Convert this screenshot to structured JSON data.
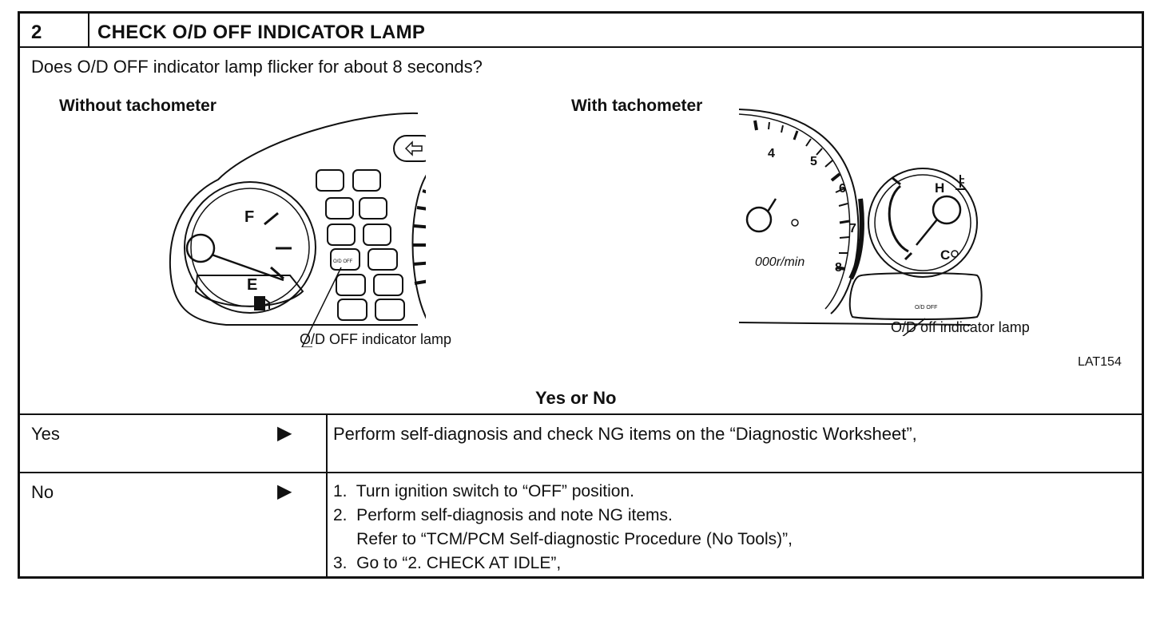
{
  "step": {
    "number": "2",
    "title": "CHECK O/D OFF INDICATOR LAMP",
    "question": "Does O/D OFF indicator lamp flicker for about 8 seconds?"
  },
  "figures": {
    "left": {
      "caption": "Without tachometer",
      "callout": "O/D OFF indicator lamp",
      "gauge_labels": {
        "full": "F",
        "empty": "E"
      },
      "lamp_text": "O/D OFF"
    },
    "right": {
      "caption": "With tachometer",
      "callout": "O/D off indicator lamp",
      "tach_numbers": [
        "4",
        "5",
        "6",
        "7",
        "8"
      ],
      "tach_unit": "000r/min",
      "temp_labels": {
        "hot": "H",
        "cold": "C"
      },
      "lamp_text": "O/D OFF"
    },
    "figure_id": "LAT154"
  },
  "result_prompt": "Yes or No",
  "results": [
    {
      "answer": "Yes",
      "arrow": "▶",
      "actions": [
        "Perform self-diagnosis and check NG items on the “Diagnostic Worksheet”,"
      ]
    },
    {
      "answer": "No",
      "arrow": "▶",
      "actions": [
        "1.  Turn ignition switch to “OFF” position.",
        "2.  Perform self-diagnosis and note NG items.",
        "     Refer to “TCM/PCM Self-diagnostic Procedure (No Tools)”,",
        "3.  Go to “2. CHECK AT IDLE”,"
      ]
    }
  ]
}
